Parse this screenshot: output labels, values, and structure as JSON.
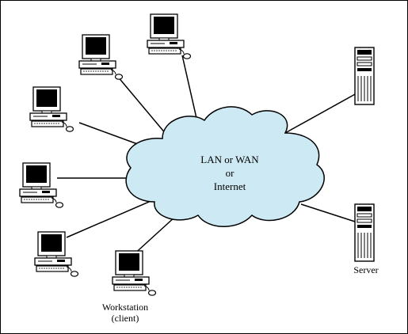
{
  "network": {
    "line1": "LAN or WAN",
    "line2": "or",
    "line3": "Internet"
  },
  "labels": {
    "server": "Server",
    "workstation_line1": "Workstation",
    "workstation_line2": "(client)"
  },
  "colors": {
    "cloud_fill": "#cdeaf4",
    "outline": "#000000",
    "screen": "#000000"
  },
  "nodes": {
    "workstations": [
      "workstation",
      "workstation",
      "workstation",
      "workstation",
      "workstation",
      "workstation"
    ],
    "servers": [
      "server",
      "server"
    ]
  }
}
